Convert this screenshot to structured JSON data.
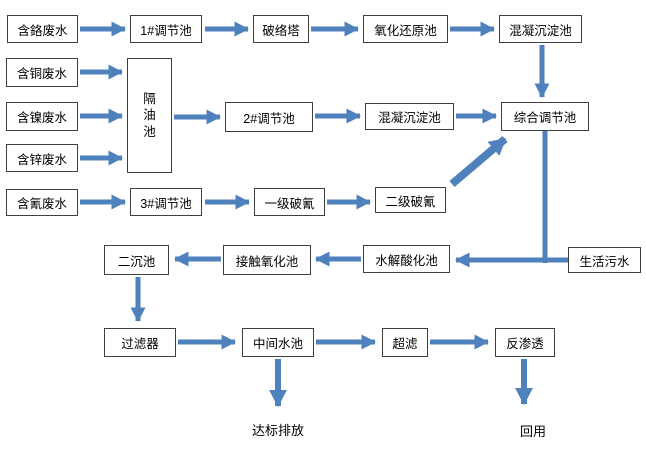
{
  "diagram_type": "flowchart",
  "subject": "wastewater-treatment-process",
  "nodes": {
    "chrome_wastewater": "含鉻废水",
    "adjust_tank_1": "1#调节池",
    "complex_breaking_tower": "破络塔",
    "redox_tank": "氧化还原池",
    "coag_sedimentation_tank_1": "混凝沉淀池",
    "copper_wastewater": "含铜废水",
    "nickel_wastewater": "含镍废水",
    "zinc_wastewater": "含锌废水",
    "oil_separation_tank": "隔油池",
    "adjust_tank_2": "2#调节池",
    "coag_sedimentation_tank_2": "混凝沉淀池",
    "comprehensive_adjust_tank": "综合调节池",
    "cyanide_wastewater": "含氰废水",
    "adjust_tank_3": "3#调节池",
    "cyanide_breaking_1": "一级破氰",
    "cyanide_breaking_2": "二级破氰",
    "secondary_sedimentation_tank": "二沉池",
    "contact_oxidation_tank": "接触氧化池",
    "hydrolysis_acidification_tank": "水解酸化池",
    "domestic_sewage": "生活污水",
    "filter": "过滤器",
    "intermediate_water_tank": "中间水池",
    "ultrafiltration": "超滤",
    "reverse_osmosis": "反渗透"
  },
  "outputs": {
    "discharge": "达标排放",
    "reuse": "回用"
  },
  "colors": {
    "arrow": "#4f81bd",
    "box_border": "#3f3f3f",
    "text": "#000000",
    "background": "#ffffff"
  }
}
